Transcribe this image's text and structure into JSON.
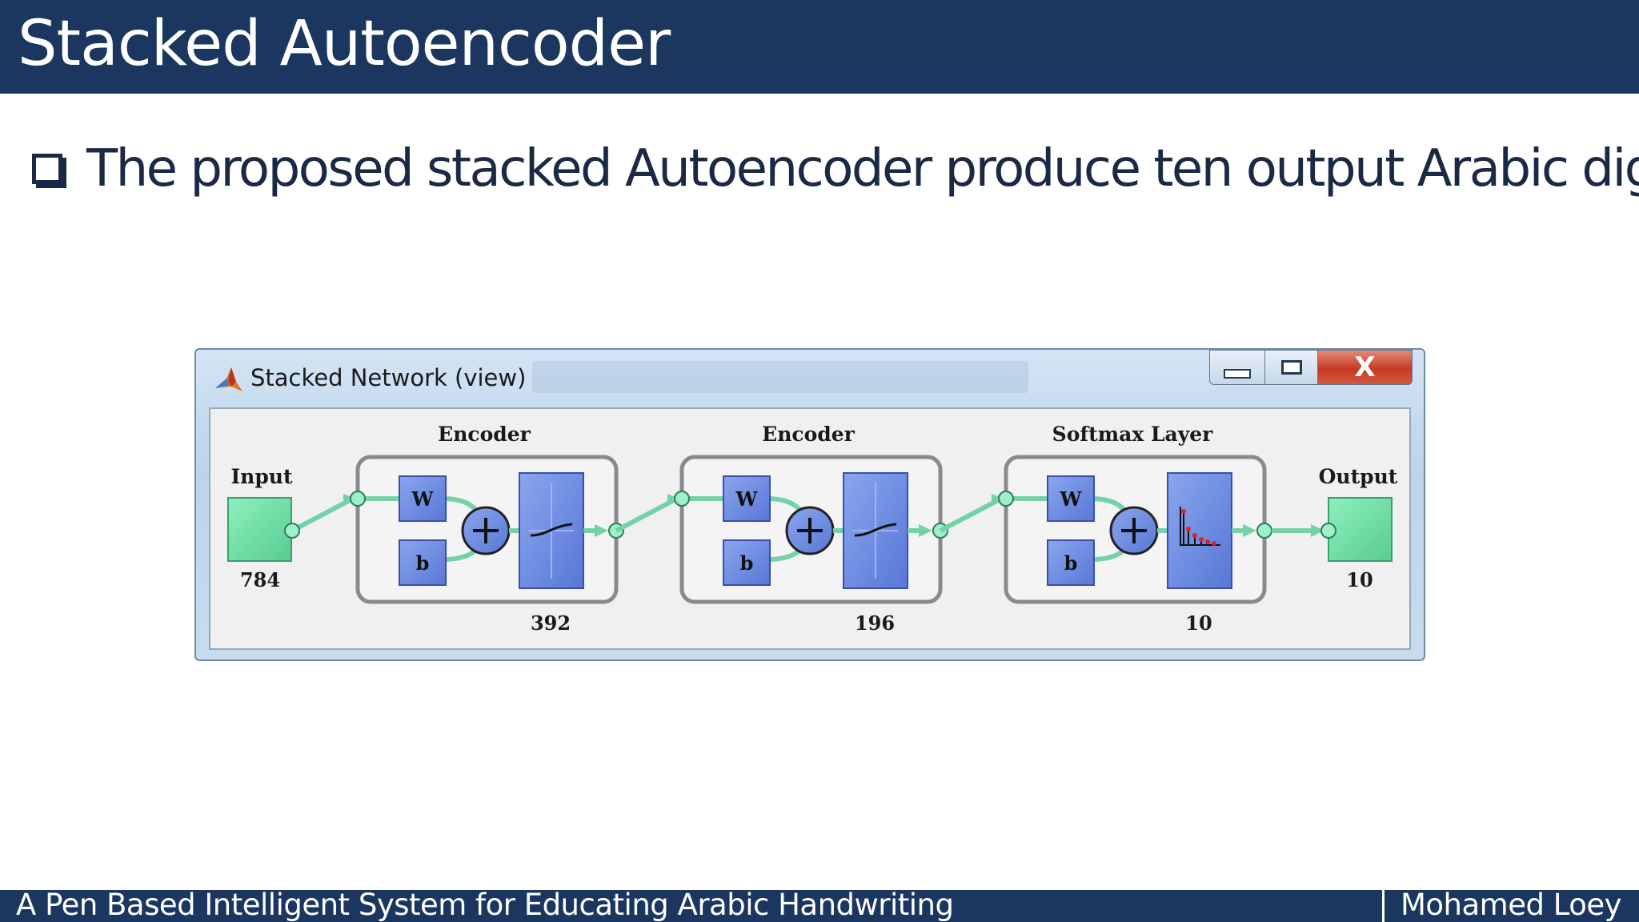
{
  "slide": {
    "title": "Stacked Autoencoder",
    "bullet": "The proposed stacked Autoencoder produce ten output Arabic digits"
  },
  "window": {
    "title": "Stacked Network (view)",
    "close_label": "X"
  },
  "network": {
    "input": {
      "label": "Input",
      "size": "784"
    },
    "output": {
      "label": "Output",
      "size": "10"
    },
    "layers": [
      {
        "title": "Encoder",
        "weight_label": "W",
        "bias_label": "b",
        "size": "392",
        "transfer": "sigmoid"
      },
      {
        "title": "Encoder",
        "weight_label": "W",
        "bias_label": "b",
        "size": "196",
        "transfer": "sigmoid"
      },
      {
        "title": "Softmax Layer",
        "weight_label": "W",
        "bias_label": "b",
        "size": "10",
        "transfer": "softmax"
      }
    ]
  },
  "footer": {
    "left": "A Pen Based Intelligent System for Educating Arabic Handwriting",
    "right": "Mohamed Loey"
  },
  "colors": {
    "header": "#1b365f",
    "block_fill": "#6f8ee0",
    "block_stroke": "#3a4fa8",
    "io_fill": "#6ee0a8",
    "connector": "#74d1a8"
  }
}
